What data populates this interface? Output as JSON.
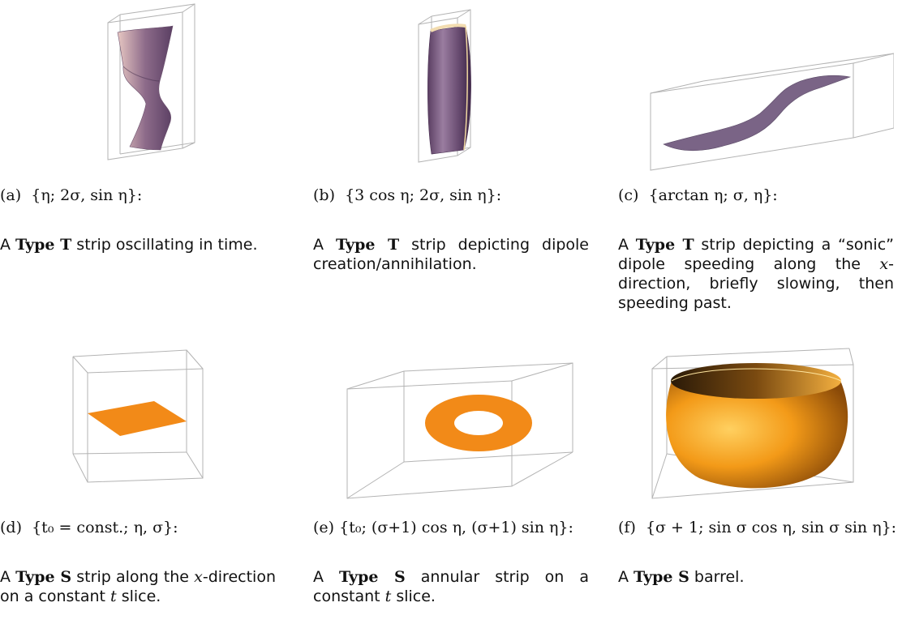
{
  "panels": [
    {
      "label": "(a)",
      "caption": "{η; 2σ, sin η}:",
      "desc_pre": "A ",
      "desc_bold": "Type T",
      "desc_post": " strip oscillating in time.",
      "color": "#8a6a86"
    },
    {
      "label": "(b)",
      "caption": "{3 cos η; 2σ, sin η}:",
      "desc_pre": "A ",
      "desc_bold": "Type T",
      "desc_post": " strip depicting dipole creation/annihilation.",
      "color": "#6e4d72"
    },
    {
      "label": "(c)",
      "caption": "{arctan η; σ, η}:",
      "desc_pre": "A ",
      "desc_bold": "Type T",
      "desc_mid1": " strip depicting a “sonic” dipole speeding along the ",
      "desc_it": "x",
      "desc_post": "-direction, briefly slowing, then speeding past.",
      "color": "#7a6486"
    },
    {
      "label": "(d)",
      "caption": "{t₀ = const.; η, σ}:",
      "desc_pre": "A ",
      "desc_bold": "Type S",
      "desc_mid1": " strip along the ",
      "desc_it": "x",
      "desc_mid2": "-direction on a constant ",
      "desc_it2": "t",
      "desc_post": " slice.",
      "color": "#f28a18"
    },
    {
      "label": "(e)",
      "caption": "{t₀; (σ+1) cos η, (σ+1) sin η}:",
      "desc_pre": "A ",
      "desc_bold": "Type S",
      "desc_mid1": " annular strip on a constant ",
      "desc_it": "t",
      "desc_post": " slice.",
      "color": "#f28a18"
    },
    {
      "label": "(f)",
      "caption": "{σ + 1; sin σ cos η, sin σ sin η}:",
      "desc_pre": "A ",
      "desc_bold": "Type S",
      "desc_post": " barrel.",
      "color": "#f29a1a"
    }
  ]
}
